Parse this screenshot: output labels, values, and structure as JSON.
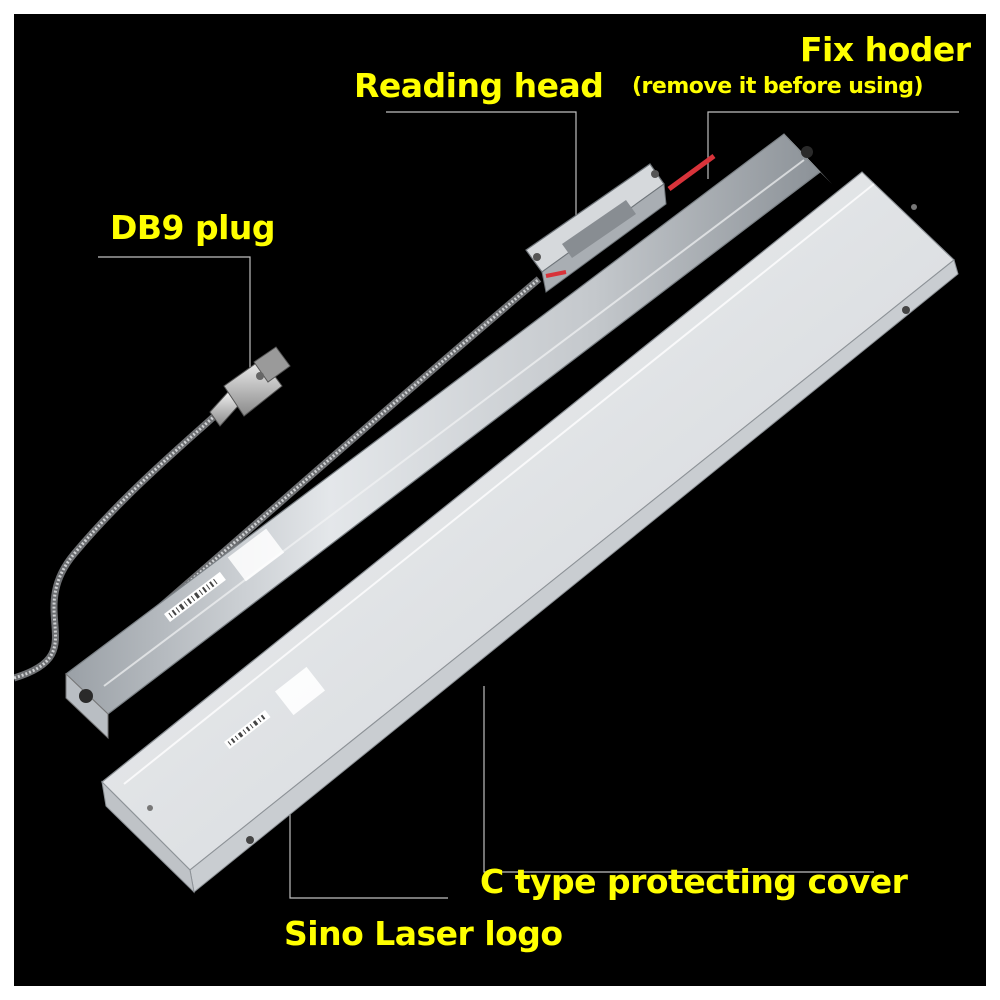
{
  "labels": {
    "fix_holder": "Fix hoder",
    "fix_holder_note": "(remove it before using)",
    "reading_head": "Reading head",
    "db9_plug": "DB9 plug",
    "c_type_cover": "C type protecting cover",
    "sino_laser_logo": "Sino Laser logo"
  },
  "colors": {
    "background": "#000000",
    "label_text": "#ffff00",
    "aluminum": "#c8ccd0",
    "holder_accent": "#d8333a"
  }
}
